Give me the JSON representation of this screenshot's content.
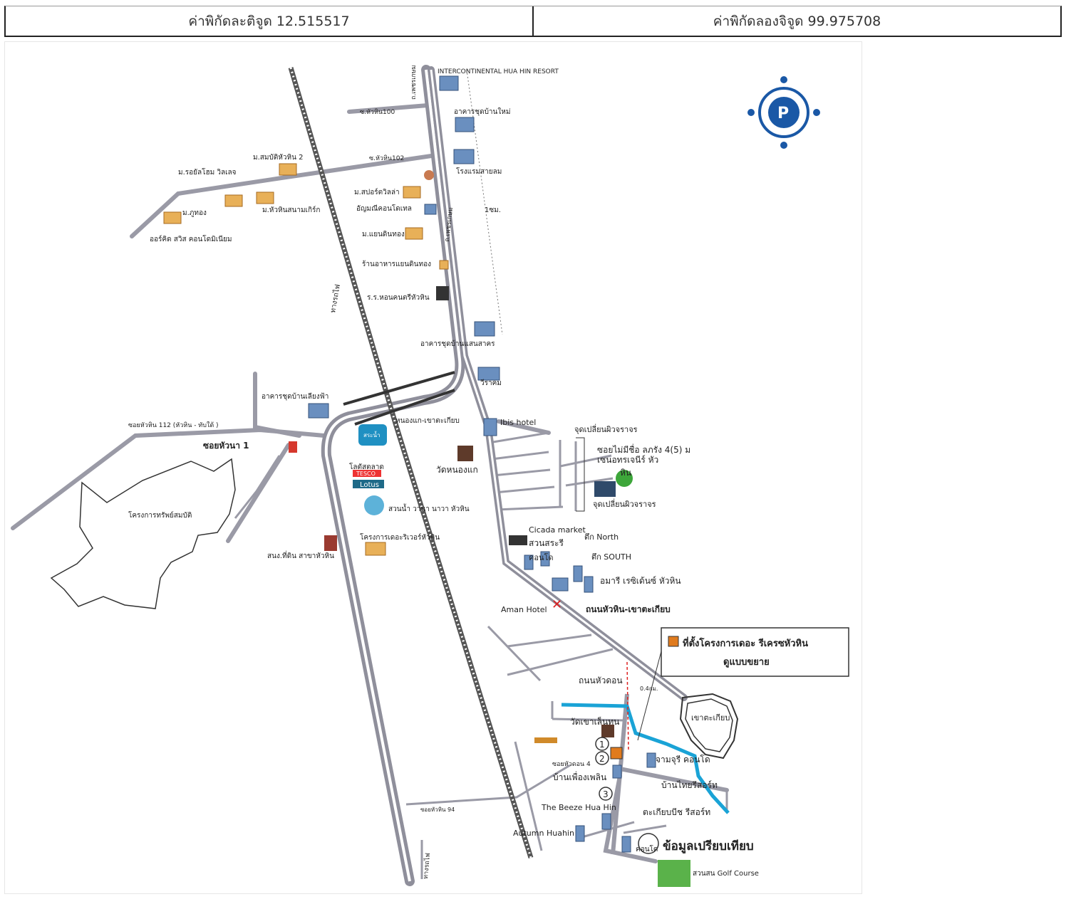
{
  "header": {
    "latitude_label": "ค่าพิกัดละติจูด 12.515517",
    "longitude_label": "ค่าพิกัดลองจิจูด 99.975708"
  },
  "map": {
    "labels": {
      "intercontinental": "INTERCONTINENTAL HUA HIN RESORT",
      "soi_100": "ซ.หัวหิน100",
      "condo_top": "อาคารชุดบ้านใหม่",
      "soi_102": "ซ.หัวหิน102",
      "village_1": "ม.สมบัติหัวหิน 2",
      "village_2": "ม.รอยัลโฮม วิลเลจ",
      "hotel_top": "โรงแรมสายลม",
      "village_3": "ม.สปอร์ตวิลล่า",
      "condo_2": "อัญมณีคอนโดเทล",
      "village_4": "ม.หัวหินสนามเกิร์ก",
      "village_5": "ม.ภูทอง",
      "village_6": "ออร์คิด สวิส คอนโดมิเนียม",
      "village_7": "ม.แยนดินทอง",
      "restaurant": "ร้านอาหารแยนดินทอง",
      "golf_club": "ร.ร.หอนคนตรีหัวหิน",
      "road_main": "ถ.เพชรเกษม",
      "rail_label": "ทางรถไฟ",
      "distance": "1ซม.",
      "condo_3": "อาคารชุดบ้านแสนสาคร",
      "condo_4": "อาคารชุดบ้านเลียงฟ้า",
      "rama": "วีราคม",
      "soi_112": "ซอยหัวหิน 112 (หัวหิน - ทับใต้ )",
      "soi_huana": "ซอยหัวนา 1",
      "project_area": "โครงการทรัพย์สมบัติ",
      "market_mark": "หนองแก-เขาตะเกียบ",
      "tesco": "โลตัสตลาด",
      "lotus": "Lotus",
      "water_park": "สวนน้ำ วานา นาวา หัวหิน",
      "project_2": "โครงการเดอะริเวอร์หัวหิน",
      "school": "สนง.ที่ดิน สาขาหัวหิน",
      "ibis": "Ibis hotel",
      "wat": "วัดหนองแก",
      "reverse_1": "จุดเปลี่ยนผิวจราจร",
      "reverse_2": "จุดเปลี่ยนผิวจราจร",
      "soi_info_1": "ซอยไม่มีชื่อ ลภรัง 4(5) ม",
      "soi_info_2": "เซนอทรเจนีร์ หัว",
      "soi_info_3": "หิน",
      "cicada": "Cicada market",
      "park": "สวนสระรี",
      "north": "ตึก North",
      "south": "ตึก SOUTH",
      "south2": "อมารี เรซิเด้นซ์ หัวหิน",
      "condo_s": "คอนโด",
      "aman": "Aman Hotel",
      "road_name": "ถนนหัวหิน-เขาตะเกียบ",
      "legend_1": "ที่ตั้งโครงการเดอะ รีเครซหัวหิน",
      "legend_2": "ดูแบบขยาย",
      "road_hua_don": "ถนนหัวดอน",
      "wat2": "วัดเขาเล็นทน",
      "mountain": "เขาตะเกียบ",
      "resort_1": "จามจุรี คอนโด",
      "soi_hd": "ซอยหัวดอน 4",
      "home": "บ้านเพื่องเพลิน",
      "resort_2": "บ้านไทยรีสอร์ท",
      "beeze": "The Beeze Hua Hin",
      "resort_3": "ตะเกียบบีช รีสอร์ท",
      "autumn": "Autumn Huahin",
      "soi_94": "ซอยหัวหิน 94",
      "rail_s": "ทางรถไฟ",
      "compare": "ข้อมูลเปรียบเทียบ",
      "condo_x": "คอนโด",
      "golf": "สวนสน Golf Course",
      "route_mark": "0.4กม.",
      "num1": "1",
      "num2": "2",
      "num3": "3",
      "lotus_brand": "TESCO",
      "park_sign": "สระน้ำ"
    },
    "colors": {
      "road": "#9a9aa6",
      "rail": "#555555",
      "river": "#1aa3d6",
      "project": "#e07b1e",
      "compass": "#1a58a6",
      "outline": "#333333"
    }
  }
}
